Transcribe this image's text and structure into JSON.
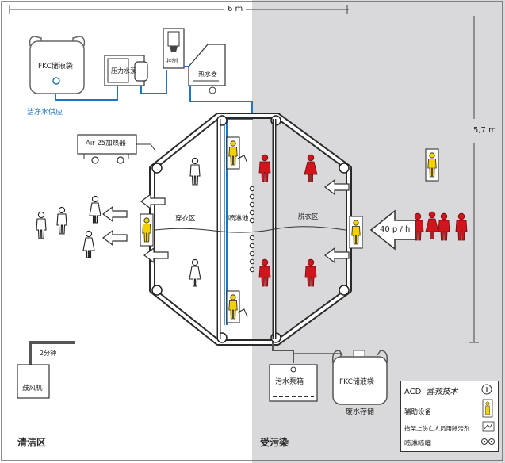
{
  "zones": {
    "clean_label": "清洁区",
    "contaminated_label": "受污染",
    "dressing_area": "穿衣区",
    "shower_area": "喷淋池",
    "undressing_area": "脱衣区"
  },
  "dimensions": {
    "width": "6 m",
    "height": "5,7 m"
  },
  "equipment": {
    "fkc_supply_bag": "FKC储液袋",
    "pressure_pump": "压力水泵",
    "water_tank": "控制",
    "water_heater": "热水器",
    "clean_water_supply": "洁净水供应",
    "air_heater": "Air 25加热器",
    "blower_duration": "2分钟",
    "blower": "鼓风机",
    "sewage_pump_box": "污水泵箱",
    "fkc_waste_bag": "FKC储液袋",
    "waste_storage": "废水存储"
  },
  "flow_rate": "40 p / h",
  "legend": {
    "title": "ACD",
    "subtitle": "营救技术",
    "items": [
      {
        "label": "辅助设备",
        "icon": "yellow-person-icon"
      },
      {
        "label": "抬架上伤亡人员用除污剂",
        "icon": "stretcher-icon"
      },
      {
        "label": "喷淋喷嘴",
        "icon": "shower-nozzle-icon"
      }
    ]
  },
  "colors": {
    "contaminated_bg": "#d9d9db",
    "contaminated_person": "#d0161c",
    "assistant": "#f4d000",
    "pipe": "#1f75c0"
  }
}
